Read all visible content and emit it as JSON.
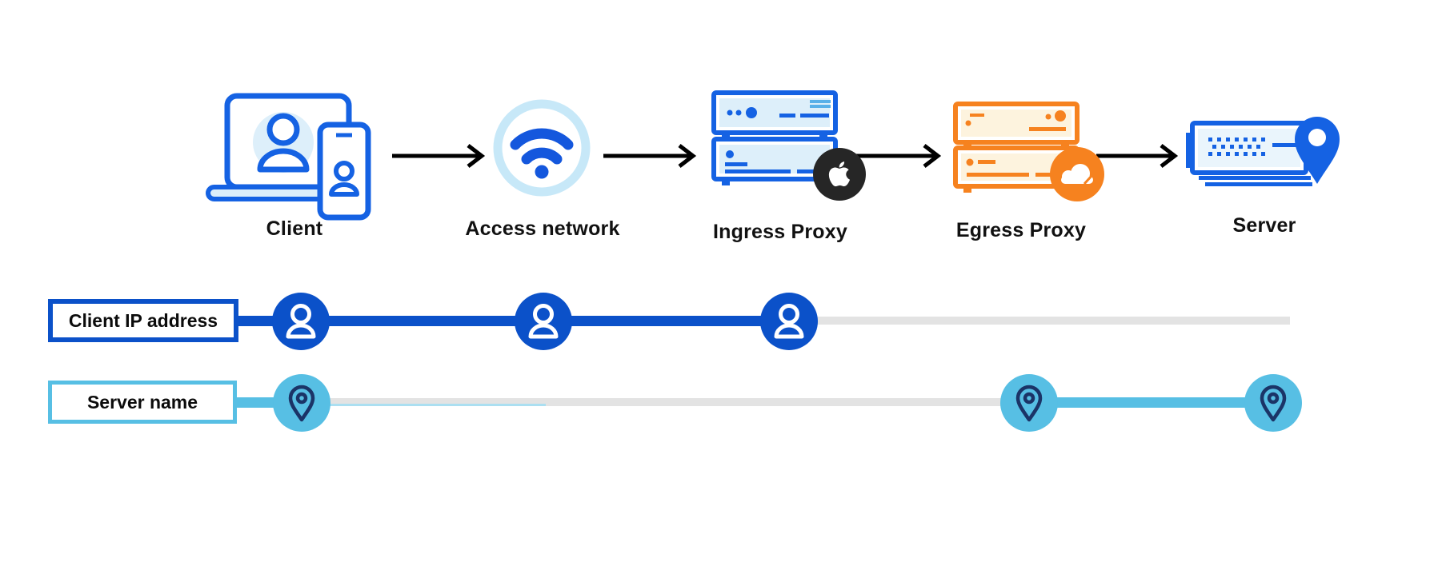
{
  "flow": {
    "nodes": [
      {
        "id": "client",
        "label": "Client",
        "icon": "laptop-phone-user-icon"
      },
      {
        "id": "access-network",
        "label": "Access network",
        "icon": "wifi-icon"
      },
      {
        "id": "ingress-proxy",
        "label": "Ingress Proxy",
        "icon": "server-stack-icon",
        "badge": "apple-logo"
      },
      {
        "id": "egress-proxy",
        "label": "Egress Proxy",
        "icon": "server-stack-icon",
        "badge": "cloudflare-logo"
      },
      {
        "id": "server",
        "label": "Server",
        "icon": "server-location-icon"
      }
    ],
    "connector": "black-arrow"
  },
  "tracks": [
    {
      "label": "Client IP address",
      "marker_icon": "person-icon",
      "marker_nodes": [
        "client",
        "access-network",
        "ingress-proxy"
      ],
      "visible_color": "#0b51c9",
      "hidden_color": "#e3e3e3"
    },
    {
      "label": "Server name",
      "marker_icon": "location-pin-icon",
      "marker_nodes": [
        "client",
        "egress-proxy",
        "server"
      ],
      "visible_color": "#57bfe4",
      "hidden_color": "#e3e3e3"
    }
  ],
  "colors": {
    "blue_line": "#0b51c9",
    "icon_blue": "#1562e3",
    "wifi_blue": "#1457dd",
    "light_blue_fill": "#ddeffa",
    "pale_ring": "#c7e8f8",
    "teal": "#57bfe4",
    "pale_teal_line": "#abdff1",
    "pin_navy": "#1b3467",
    "gray_line": "#e3e3e3",
    "orange": "#f6821f",
    "cream_fill": "#fdf3de",
    "badge_black": "#262626",
    "arrow_black": "#000000",
    "text_dark": "#111111"
  }
}
